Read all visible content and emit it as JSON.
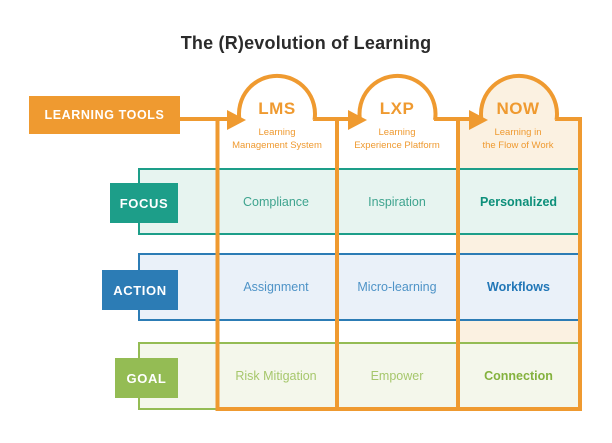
{
  "title": "The (R)evolution of Learning",
  "learning_tools": {
    "label": "LEARNING TOOLS"
  },
  "columns": [
    {
      "abbr": "LMS",
      "subtitle_line1": "Learning",
      "subtitle_line2": "Management System",
      "highlighted": false
    },
    {
      "abbr": "LXP",
      "subtitle_line1": "Learning",
      "subtitle_line2": "Experience Platform",
      "highlighted": false
    },
    {
      "abbr": "NOW",
      "subtitle_line1": "Learning in",
      "subtitle_line2": "the Flow of Work",
      "highlighted": true
    }
  ],
  "rows": [
    {
      "label": "FOCUS",
      "theme": "teal",
      "cells": [
        "Compliance",
        "Inspiration",
        "Personalized"
      ]
    },
    {
      "label": "ACTION",
      "theme": "blue",
      "cells": [
        "Assignment",
        "Micro-learning",
        "Workflows"
      ]
    },
    {
      "label": "GOAL",
      "theme": "green",
      "cells": [
        "Risk Mitigation",
        "Empower",
        "Connection"
      ]
    }
  ],
  "colors": {
    "orange": "#EF9A30",
    "cream": "#FBF1E1",
    "teal": "#1D9E89",
    "teal_light": "#E7F4F0",
    "teal_text": "#3FA48F",
    "teal_bold": "#0D8F7A",
    "blue": "#2C7CB5",
    "blue_light": "#EAF1F9",
    "blue_text": "#4E93C7",
    "blue_bold": "#2277B7",
    "green": "#94BC54",
    "green_light": "#F4F7EB",
    "green_text": "#A6C76C",
    "green_bold": "#84B23E",
    "title_color": "#2B2B2B"
  }
}
